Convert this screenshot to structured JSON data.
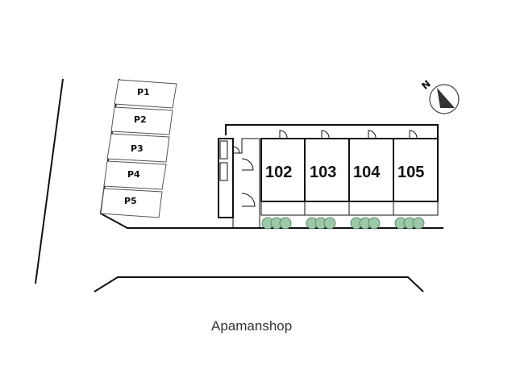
{
  "parking": {
    "slots": [
      {
        "label": "P1"
      },
      {
        "label": "P2"
      },
      {
        "label": "P3"
      },
      {
        "label": "P4"
      },
      {
        "label": "P5"
      }
    ]
  },
  "units": [
    {
      "number": "102"
    },
    {
      "number": "103"
    },
    {
      "number": "104"
    },
    {
      "number": "105"
    }
  ],
  "compass": {
    "label": "N",
    "icon": "north-arrow-icon"
  },
  "footer": {
    "brand": "Apamanshop"
  },
  "colors": {
    "shrub": "#9dc9a8",
    "line": "#111111"
  }
}
